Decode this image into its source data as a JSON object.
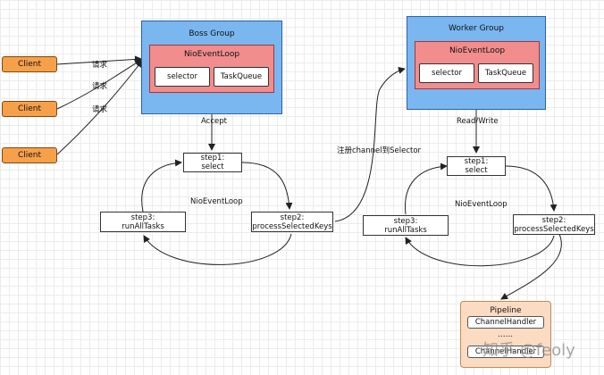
{
  "clients": [
    {
      "label": "Client",
      "request": "请求"
    },
    {
      "label": "Client",
      "request": "请求"
    },
    {
      "label": "Client",
      "request": "请求"
    }
  ],
  "boss_group": {
    "title": "Boss Group",
    "event_loop": "NioEventLoop",
    "selector": "selector",
    "task_queue": "TaskQueue"
  },
  "worker_group": {
    "title": "Worker Group",
    "event_loop": "NioEventLoop",
    "selector": "selector",
    "task_queue": "TaskQueue"
  },
  "boss_loop": {
    "accept": "Accept",
    "step1_line1": "step1:",
    "step1_line2": "select",
    "step2_line1": "step2:",
    "step2_line2": "processSelectedKeys",
    "step3_line1": "step3:",
    "step3_line2": "runAllTasks",
    "center": "NioEventLoop"
  },
  "register_label": "注册channel到Selector",
  "worker_loop": {
    "read_write": "Read/Write",
    "step1_line1": "step1:",
    "step1_line2": "select",
    "step2_line1": "step2:",
    "step2_line2": "processSelectedKeys",
    "step3_line1": "step3:",
    "step3_line2": "runAllTasks",
    "center": "NioEventLoop"
  },
  "pipeline": {
    "title": "Pipeline",
    "handler1": "ChannelHandler",
    "dots": "......",
    "handler2": "ChannelHandler"
  },
  "watermark": "知乎 @feoly",
  "colors": {
    "client": "#f7a04a",
    "group": "#7ab6f0",
    "event_loop": "#f28d8d",
    "pipeline": "#fbdcc3",
    "grid": "#ececec"
  }
}
